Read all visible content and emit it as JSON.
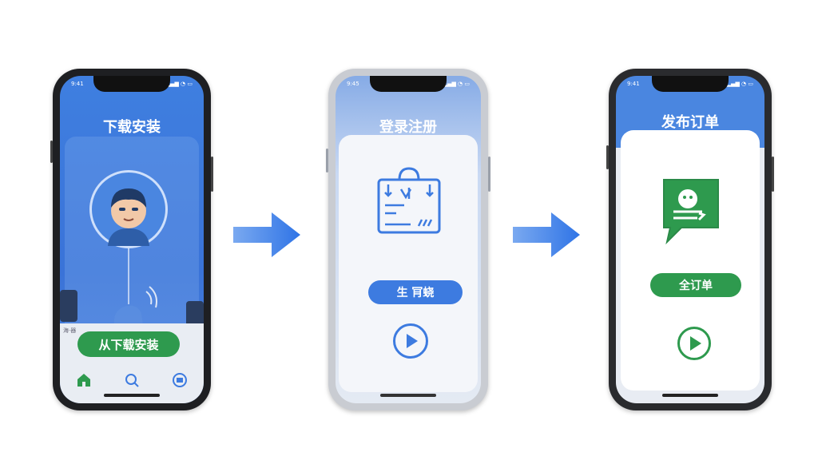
{
  "colors": {
    "accent_blue": "#3d7be0",
    "accent_green": "#2e9a4e",
    "arrow_blue": "#3f86ee"
  },
  "steps": [
    {
      "status_time": "9:41",
      "title": "下载安装",
      "button_label": "从下载安装",
      "side_label": "海·器",
      "tabs": [
        "home-icon",
        "search-icon",
        "book-icon"
      ]
    },
    {
      "status_time": "9:45",
      "title": "登录注册",
      "button_label": "生 肎蛲",
      "icon": "shopping-bag-icon",
      "play_icon": "play-icon"
    },
    {
      "status_time": "9:41",
      "title": "发布订单",
      "button_label": "全订单",
      "icon": "chat-bubble-icon",
      "play_icon": "play-icon"
    }
  ],
  "arrows": [
    "arrow-right-icon",
    "arrow-right-icon"
  ]
}
